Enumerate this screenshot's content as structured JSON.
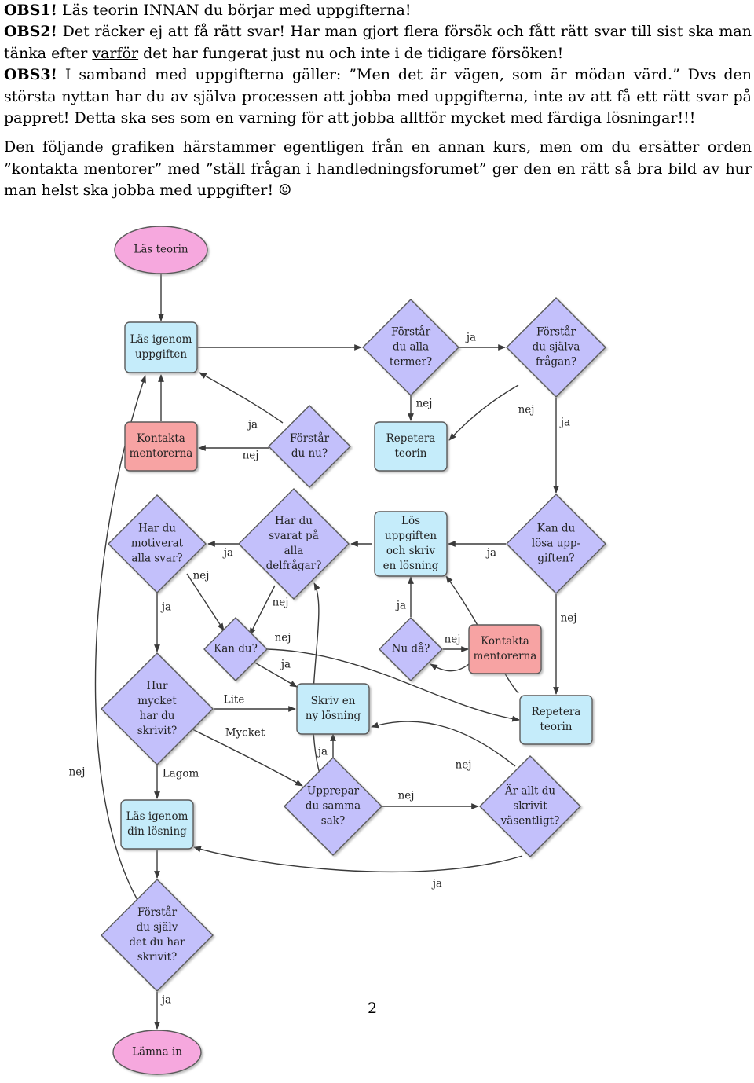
{
  "text": {
    "obs1_label": "OBS1!",
    "obs1_text": " Läs teorin INNAN du börjar med uppgifterna!",
    "obs2_label": "OBS2!",
    "obs2_text_a": " Det räcker ej att få rätt svar! Har man gjort flera försök och fått rätt svar till sist ska man tänka efter ",
    "obs2_underlined": "varför",
    "obs2_text_b": " det har fungerat just nu och inte i de tidigare försöken!",
    "obs3_label": "OBS3!",
    "obs3_text_a": " I samband med uppgifterna gäller: ”Men det är vägen, som är mödan värd.”",
    "obs3_text_b": " Dvs den största nyttan har du av själva processen att jobba med uppgifterna, inte av att få ett rätt svar på pappret! Detta ska ses som en varning för att jobba alltför mycket med färdiga lösningar!!!",
    "paragraph": "Den följande grafiken härstammer egentligen från en annan kurs, men om du ersätter orden ”kontakta mentorer” med ”ställ frågan i handledningsforumet” ger den en rätt så bra bild av hur man helst ska jobba med uppgifter! ☺",
    "page_number": "2"
  },
  "colors": {
    "pink": "#f6a8de",
    "blue": "#c5ecfa",
    "purple": "#c3c0fb",
    "red": "#f7a3a3",
    "stroke": "#5a5a5a"
  },
  "flowchart": {
    "nodes": {
      "las_teorin": [
        "Läs teorin"
      ],
      "las_igenom_uppgiften": [
        "Läs igenom",
        "uppgiften"
      ],
      "forstar_alla_termer": [
        "Förstår",
        "du alla",
        "termer?"
      ],
      "forstar_sjalva_fragan": [
        "Förstår",
        "du själva",
        "frågan?"
      ],
      "kontakta_mentorerna_1": [
        "Kontakta",
        "mentorerna"
      ],
      "forstar_du_nu": [
        "Förstår",
        "du nu?"
      ],
      "repetera_teorin_1": [
        "Repetera",
        "teorin"
      ],
      "har_motiverat": [
        "Har du",
        "motiverat",
        "alla svar?"
      ],
      "har_svarat": [
        "Har du",
        "svarat på",
        "alla",
        "delfrågar?"
      ],
      "los_uppgiften": [
        "Lös",
        "uppgiften",
        "och skriv",
        "en lösning"
      ],
      "kan_losa": [
        "Kan du",
        "lösa upp-",
        "giften?"
      ],
      "kan_du": [
        "Kan du?"
      ],
      "nu_da": [
        "Nu då?"
      ],
      "kontakta_mentorerna_2": [
        "Kontakta",
        "mentorerna"
      ],
      "hur_mycket": [
        "Hur",
        "mycket",
        "har du",
        "skrivit?"
      ],
      "skriv_ny": [
        "Skriv en",
        "ny lösning"
      ],
      "repetera_teorin_2": [
        "Repetera",
        "teorin"
      ],
      "upprepar": [
        "Upprepar",
        "du samma",
        "sak?"
      ],
      "ar_allt_vasentligt": [
        "Är allt du",
        "skrivit",
        "väsentligt?"
      ],
      "las_din_losning": [
        "Läs igenom",
        "din lösning"
      ],
      "forstar_sjalv": [
        "Förstår",
        "du själv",
        "det du har",
        "skrivit?"
      ],
      "lamna_in": [
        "Lämna in"
      ]
    },
    "edge_labels": {
      "ja": "ja",
      "nej": "nej",
      "lite": "Lite",
      "mycket": "Mycket",
      "lagom": "Lagom"
    }
  }
}
